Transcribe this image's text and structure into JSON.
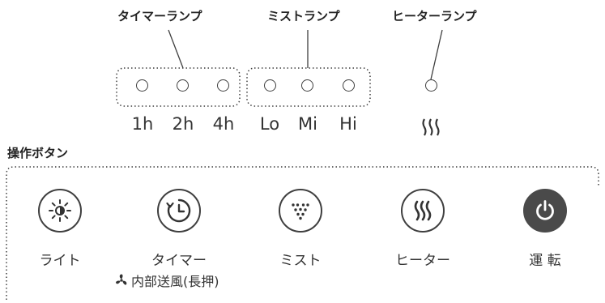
{
  "callouts": {
    "timer_lamp": "タイマーランプ",
    "mist_lamp": "ミストランプ",
    "heater_lamp": "ヒーターランプ"
  },
  "lamp_labels": [
    "1h",
    "2h",
    "4h",
    "Lo",
    "Mi",
    "Hi"
  ],
  "heater_symbol": "heat-waves-icon",
  "section_title": "操作ボタン",
  "buttons": [
    {
      "label": "ライト",
      "icon": "light-icon"
    },
    {
      "label": "タイマー",
      "icon": "timer-icon",
      "sub_label": "内部送風(長押)",
      "sub_icon": "fan-icon"
    },
    {
      "label": "ミスト",
      "icon": "mist-icon"
    },
    {
      "label": "ヒーター",
      "icon": "heater-icon"
    },
    {
      "label": "運 転",
      "icon": "power-icon"
    }
  ],
  "colors": {
    "ink": "#3f3f3f",
    "power_fill": "#4a4a4a"
  }
}
